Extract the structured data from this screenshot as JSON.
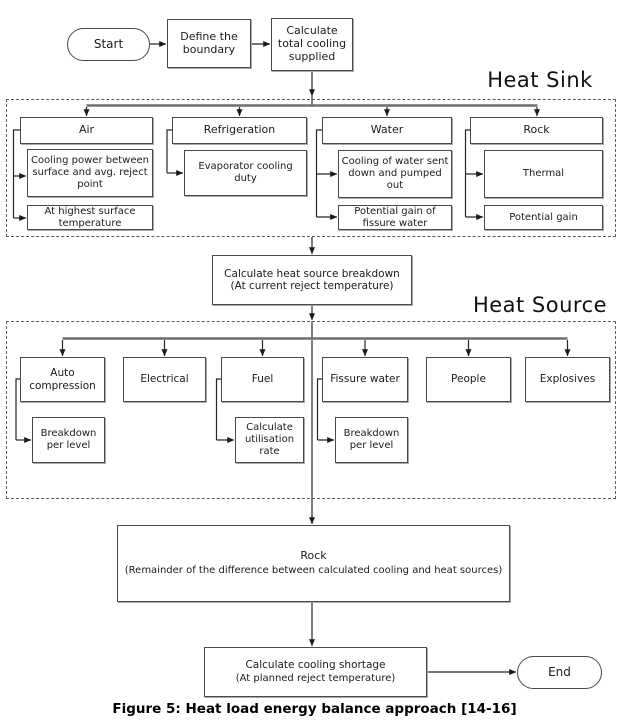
{
  "figure": {
    "caption": "Figure 5: Heat load energy balance approach [14-16]"
  },
  "nodes": {
    "start": "Start",
    "define_boundary": "Define the boundary",
    "calc_total_cooling": "Calculate total cooling supplied",
    "calc_breakdown": "Calculate heat source breakdown (At current reject temperature)",
    "rock_title": "Rock",
    "rock_detail": "(Remainder of the difference between calculated cooling and heat sources)",
    "shortage_title": "Calculate cooling shortage",
    "shortage_detail": "(At planned reject temperature)",
    "end": "End"
  },
  "heat_sink": {
    "label": "Heat Sink",
    "columns": [
      {
        "header": "Air",
        "items": [
          "Cooling power between surface and avg. reject point",
          "At highest surface temperature"
        ]
      },
      {
        "header": "Refrigeration",
        "items": [
          "Evaporator cooling duty"
        ]
      },
      {
        "header": "Water",
        "items": [
          "Cooling of water sent down and pumped out",
          "Potential gain of fissure water"
        ]
      },
      {
        "header": "Rock",
        "items": [
          "Thermal",
          "Potential gain"
        ]
      }
    ]
  },
  "heat_source": {
    "label": "Heat Source",
    "columns": [
      {
        "header": "Auto compression",
        "items": [
          "Breakdown per level"
        ]
      },
      {
        "header": "Electrical",
        "items": []
      },
      {
        "header": "Fuel",
        "items": [
          "Calculate utilisation rate"
        ]
      },
      {
        "header": "Fissure water",
        "items": [
          "Breakdown per level"
        ]
      },
      {
        "header": "People",
        "items": []
      },
      {
        "header": "Explosives",
        "items": []
      }
    ]
  }
}
